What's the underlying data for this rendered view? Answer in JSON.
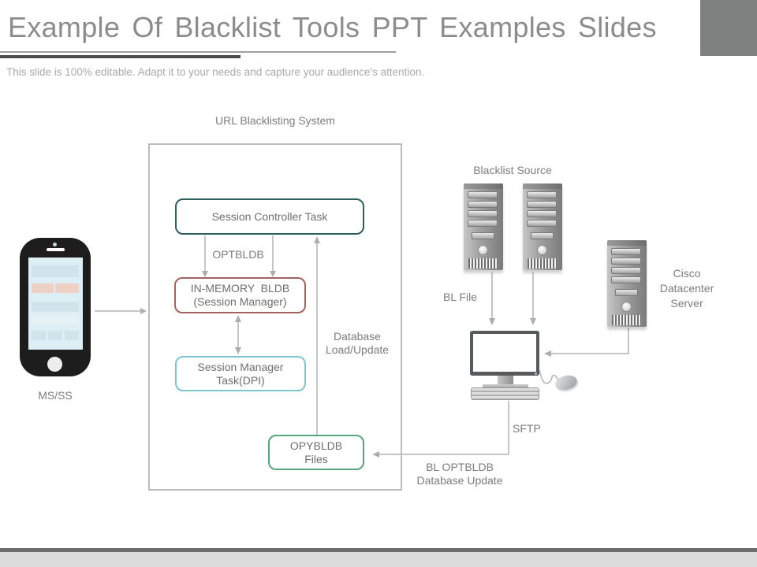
{
  "slide": {
    "title": "Example Of Blacklist Tools PPT Examples Slides",
    "subtitle": "This slide is 100% editable. Adapt it to your needs and capture your audience's attention."
  },
  "diagram": {
    "container_title": "URL Blacklisting System",
    "nodes": {
      "session_controller": "Session Controller Task",
      "in_memory": "IN-MEMORY  BLDB\n(Session Manager)",
      "session_manager": "Session Manager\nTask(DPI)",
      "opybldb_files": "OPYBLDB\nFiles"
    },
    "labels": {
      "optbldb": "OPTBLDB",
      "database_load_update": "Database\nLoad/Update",
      "ms_ss": "MS/SS",
      "blacklist_source": "Blacklist Source",
      "bl_file": "BL File",
      "cisco_server": "Cisco\nDatacenter\nServer",
      "sftp": "SFTP",
      "bl_database_update": "BL OPTBLDB\nDatabase Update"
    },
    "colors": {
      "session_controller_border": "#2e5f5e",
      "in_memory_border": "#a3625d",
      "session_manager_border": "#7ec5ce",
      "opybldb_border": "#55a67c",
      "container_border": "#bdbdbd",
      "connector": "#b0b0b0",
      "title_text": "#8c8c8c",
      "accent_bar": "#4d4d4d",
      "footer_bar": "#6e6e6e",
      "footer_strip": "#dcdcdc"
    }
  }
}
